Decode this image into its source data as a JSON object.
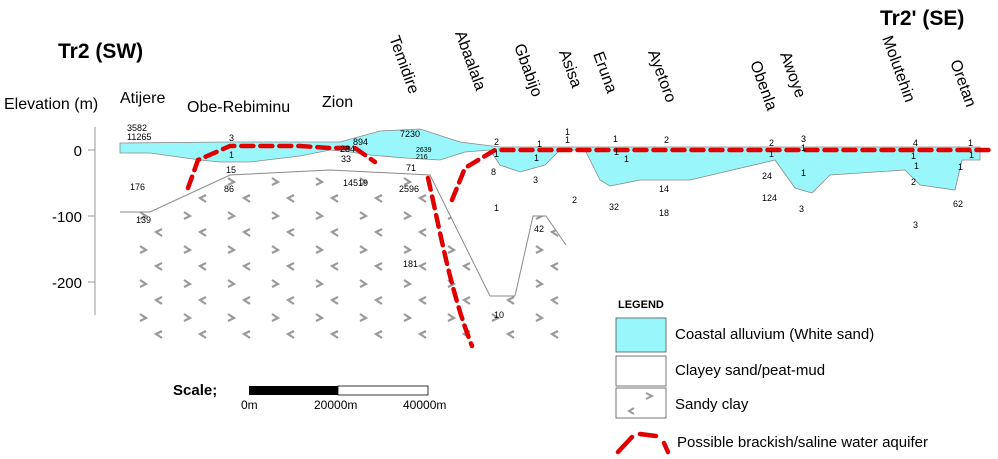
{
  "titles": {
    "left": "Tr2 (SW)",
    "right": "Tr2' (SE)"
  },
  "y_axis": {
    "label": "Elevation (m)",
    "ticks": [
      "0",
      "-100",
      "-200"
    ]
  },
  "locations": {
    "atijere": "Atijere",
    "obe_rebiminu": "Obe-Rebiminu",
    "zion": "Zion",
    "temidire": "Temidire",
    "abaalala": "Abaalala",
    "gbabijo": "Gbabijo",
    "asisa": "Asisa",
    "eruna": "Eruna",
    "ayetoro": "Ayetoro",
    "obenla": "Obenla",
    "awoye": "Awoye",
    "molutehin": "Molutehin",
    "oretan": "Oretan"
  },
  "values": {
    "v3582": "3582",
    "v11265": "11265",
    "v176": "176",
    "v139": "139",
    "v3_a": "3",
    "v1_a": "1",
    "v15": "15",
    "v86": "86",
    "v284": "284",
    "v894": "894",
    "v33": "33",
    "v14519": "14519",
    "v7230": "7230",
    "v2639": "2639",
    "v216": "216",
    "v71": "71",
    "v2596": "2596",
    "v181": "181",
    "v2_b": "2",
    "v1_b": "1",
    "v8": "8",
    "v1_c": "1",
    "v1_d": "1",
    "v1_e": "1",
    "v3_b": "3",
    "v42": "42",
    "v10": "10",
    "v1_f": "1",
    "v1_g": "1",
    "v2_c": "2",
    "v1_h": "1",
    "v1_i": "1",
    "v1_j": "1",
    "v32": "32",
    "v2_d": "2",
    "v14": "14",
    "v18": "18",
    "v2_e": "2",
    "v1_k": "1",
    "v24": "24",
    "v124": "124",
    "v3_c": "3",
    "v1_l": "1",
    "v1_m": "1",
    "v3_d": "3",
    "v4": "4",
    "v1_n": "1",
    "v1_o": "1",
    "v2_f": "2",
    "v3_e": "3",
    "v1_p": "1",
    "v1_q": "1",
    "v1_r": "1",
    "v62": "62"
  },
  "legend": {
    "title": "LEGEND",
    "items": [
      {
        "label": "Coastal alluvium (White sand)",
        "color": "#99f7fb"
      },
      {
        "label": "Clayey sand/peat-mud",
        "color": "#ffffff"
      },
      {
        "label": "Sandy clay",
        "color": "#ffffff"
      },
      {
        "label": "Possible brackish/saline water aquifer",
        "color": "#e00000"
      }
    ]
  },
  "scale": {
    "label": "Scale;",
    "ticks": [
      "0m",
      "20000m",
      "40000m"
    ]
  },
  "colors": {
    "alluvium": "#99f7fb",
    "saline_line": "#e00000",
    "boundary": "#8a8a8a"
  }
}
